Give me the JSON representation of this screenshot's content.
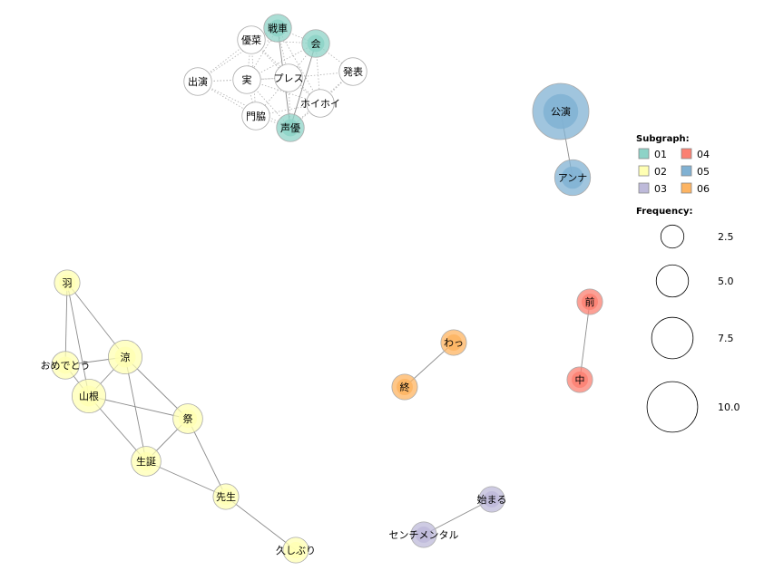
{
  "colors": {
    "01": "#8DD3C7",
    "02": "#FFFFB3",
    "03": "#BEBADA",
    "04": "#FB8072",
    "05": "#80B1D3",
    "06": "#FDB462",
    "edge_solid": "#8c8c8c",
    "edge_dotted": "#b0b0b0",
    "node_stroke": "#aaaaaa"
  },
  "legend": {
    "subgraph_title": "Subgraph:",
    "subgraph_items": [
      {
        "label": "01",
        "group": "01"
      },
      {
        "label": "02",
        "group": "02"
      },
      {
        "label": "03",
        "group": "03"
      },
      {
        "label": "04",
        "group": "04"
      },
      {
        "label": "05",
        "group": "05"
      },
      {
        "label": "06",
        "group": "06"
      }
    ],
    "frequency_title": "Frequency:",
    "frequency_items": [
      {
        "label": "2.5",
        "value": 2.5
      },
      {
        "label": "5.0",
        "value": 5.0
      },
      {
        "label": "7.5",
        "value": 7.5
      },
      {
        "label": "10.0",
        "value": 10.0
      }
    ]
  },
  "nodes": [
    {
      "id": "senshas",
      "label": "戦車",
      "group": "01",
      "freq": 3
    },
    {
      "id": "yuusai",
      "label": "優菜",
      "group": null,
      "freq": 3
    },
    {
      "id": "kai",
      "label": "会",
      "group": "01",
      "freq": 3
    },
    {
      "id": "shutsuen",
      "label": "出演",
      "group": null,
      "freq": 3
    },
    {
      "id": "jitsu",
      "label": "実",
      "group": null,
      "freq": 3
    },
    {
      "id": "puresu",
      "label": "プレス",
      "group": null,
      "freq": 3
    },
    {
      "id": "happyou",
      "label": "発表",
      "group": null,
      "freq": 3
    },
    {
      "id": "hoihoi",
      "label": "ホイホイ",
      "group": null,
      "freq": 3
    },
    {
      "id": "monwaki",
      "label": "門脇",
      "group": null,
      "freq": 3
    },
    {
      "id": "seiyuu",
      "label": "声優",
      "group": "01",
      "freq": 3
    },
    {
      "id": "kouen",
      "label": "公演",
      "group": "05",
      "freq": 10
    },
    {
      "id": "anna",
      "label": "アンナ",
      "group": "05",
      "freq": 5
    },
    {
      "id": "hane",
      "label": "羽",
      "group": "02",
      "freq": 2.5
    },
    {
      "id": "omedetou",
      "label": "おめでとう",
      "group": "02",
      "freq": 3
    },
    {
      "id": "ryou",
      "label": "涼",
      "group": "02",
      "freq": 4.5
    },
    {
      "id": "yamane",
      "label": "山根",
      "group": "02",
      "freq": 4.5
    },
    {
      "id": "matsuri",
      "label": "祭",
      "group": "02",
      "freq": 3.5
    },
    {
      "id": "seitan",
      "label": "生誕",
      "group": "02",
      "freq": 3.5
    },
    {
      "id": "sensei",
      "label": "先生",
      "group": "02",
      "freq": 2.5
    },
    {
      "id": "hisashiburi",
      "label": "久しぶり",
      "group": "02",
      "freq": 2.5
    },
    {
      "id": "wa",
      "label": "わっ",
      "group": "06",
      "freq": 2.5
    },
    {
      "id": "owari",
      "label": "終",
      "group": "06",
      "freq": 2.5
    },
    {
      "id": "mae",
      "label": "前",
      "group": "04",
      "freq": 2.5
    },
    {
      "id": "naka",
      "label": "中",
      "group": "04",
      "freq": 2.5
    },
    {
      "id": "hajimaru",
      "label": "始まる",
      "group": "03",
      "freq": 2.5
    },
    {
      "id": "sentimental",
      "label": "センチメンタル",
      "group": "03",
      "freq": 2.5
    }
  ],
  "edges": [
    {
      "source": "senshas",
      "target": "seiyuu",
      "style": "solid"
    },
    {
      "source": "kai",
      "target": "seiyuu",
      "style": "solid"
    },
    {
      "source": "kouen",
      "target": "anna",
      "style": "solid"
    },
    {
      "source": "hane",
      "target": "ryou",
      "style": "solid"
    },
    {
      "source": "hane",
      "target": "omedetou",
      "style": "solid"
    },
    {
      "source": "hane",
      "target": "yamane",
      "style": "solid"
    },
    {
      "source": "ryou",
      "target": "omedetou",
      "style": "solid"
    },
    {
      "source": "ryou",
      "target": "yamane",
      "style": "solid"
    },
    {
      "source": "ryou",
      "target": "seitan",
      "style": "solid"
    },
    {
      "source": "ryou",
      "target": "matsuri",
      "style": "solid"
    },
    {
      "source": "omedetou",
      "target": "yamane",
      "style": "solid"
    },
    {
      "source": "yamane",
      "target": "matsuri",
      "style": "solid"
    },
    {
      "source": "yamane",
      "target": "seitan",
      "style": "solid"
    },
    {
      "source": "matsuri",
      "target": "seitan",
      "style": "solid"
    },
    {
      "source": "matsuri",
      "target": "sensei",
      "style": "solid"
    },
    {
      "source": "seitan",
      "target": "sensei",
      "style": "solid"
    },
    {
      "source": "sensei",
      "target": "hisashiburi",
      "style": "solid"
    },
    {
      "source": "wa",
      "target": "owari",
      "style": "solid"
    },
    {
      "source": "mae",
      "target": "naka",
      "style": "solid"
    },
    {
      "source": "hajimaru",
      "target": "sentimental",
      "style": "solid"
    },
    {
      "source": "shutsuen",
      "target": "yuusai",
      "style": "dotted"
    },
    {
      "source": "shutsuen",
      "target": "jitsu",
      "style": "dotted"
    },
    {
      "source": "shutsuen",
      "target": "puresu",
      "style": "dotted"
    },
    {
      "source": "shutsuen",
      "target": "monwaki",
      "style": "dotted"
    },
    {
      "source": "shutsuen",
      "target": "senshas",
      "style": "dotted"
    },
    {
      "source": "shutsuen",
      "target": "seiyuu",
      "style": "dotted"
    },
    {
      "source": "yuusai",
      "target": "senshas",
      "style": "dotted"
    },
    {
      "source": "yuusai",
      "target": "jitsu",
      "style": "dotted"
    },
    {
      "source": "yuusai",
      "target": "puresu",
      "style": "dotted"
    },
    {
      "source": "yuusai",
      "target": "kai",
      "style": "dotted"
    },
    {
      "source": "yuusai",
      "target": "monwaki",
      "style": "dotted"
    },
    {
      "source": "yuusai",
      "target": "hoihoi",
      "style": "dotted"
    },
    {
      "source": "senshas",
      "target": "kai",
      "style": "dotted"
    },
    {
      "source": "senshas",
      "target": "puresu",
      "style": "dotted"
    },
    {
      "source": "senshas",
      "target": "jitsu",
      "style": "dotted"
    },
    {
      "source": "senshas",
      "target": "hoihoi",
      "style": "dotted"
    },
    {
      "source": "kai",
      "target": "puresu",
      "style": "dotted"
    },
    {
      "source": "kai",
      "target": "happyou",
      "style": "dotted"
    },
    {
      "source": "kai",
      "target": "hoihoi",
      "style": "dotted"
    },
    {
      "source": "kai",
      "target": "jitsu",
      "style": "dotted"
    },
    {
      "source": "jitsu",
      "target": "puresu",
      "style": "dotted"
    },
    {
      "source": "jitsu",
      "target": "monwaki",
      "style": "dotted"
    },
    {
      "source": "jitsu",
      "target": "seiyuu",
      "style": "dotted"
    },
    {
      "source": "jitsu",
      "target": "hoihoi",
      "style": "dotted"
    },
    {
      "source": "puresu",
      "target": "happyou",
      "style": "dotted"
    },
    {
      "source": "puresu",
      "target": "hoihoi",
      "style": "dotted"
    },
    {
      "source": "puresu",
      "target": "monwaki",
      "style": "dotted"
    },
    {
      "source": "puresu",
      "target": "seiyuu",
      "style": "dotted"
    },
    {
      "source": "happyou",
      "target": "hoihoi",
      "style": "dotted"
    },
    {
      "source": "happyou",
      "target": "seiyuu",
      "style": "dotted"
    },
    {
      "source": "hoihoi",
      "target": "seiyuu",
      "style": "dotted"
    },
    {
      "source": "hoihoi",
      "target": "monwaki",
      "style": "dotted"
    },
    {
      "source": "monwaki",
      "target": "seiyuu",
      "style": "dotted"
    }
  ]
}
